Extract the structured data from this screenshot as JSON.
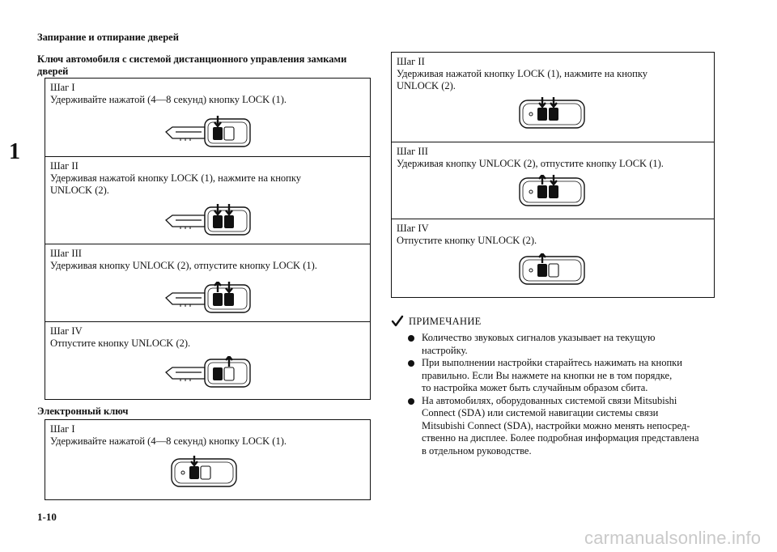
{
  "header": {
    "title": "Запирание и отпирание дверей"
  },
  "chapter_marker": "1",
  "remote_section": {
    "title_line1": "Ключ автомобиля с системой дистанционного управления замками",
    "title_line2": "дверей",
    "steps": [
      {
        "step": "Шаг I",
        "text": "Удерживайте нажатой (4—8 секунд) кнопку LOCK (1).",
        "text2": ""
      },
      {
        "step": "Шаг II",
        "text": "Удерживая нажатой кнопку LOCK (1), нажмите на кнопку",
        "text2": "UNLOCK  (2)."
      },
      {
        "step": "Шаг III",
        "text": "Удерживая кнопку UNLOCK (2), отпустите кнопку LOCK (1).",
        "text2": ""
      },
      {
        "step": "Шаг IV",
        "text": "Отпустите кнопку UNLOCK (2).",
        "text2": ""
      }
    ]
  },
  "electronic_section": {
    "title": "Электронный ключ",
    "steps": [
      {
        "step": "Шаг I",
        "text": "Удерживайте нажатой (4—8 секунд) кнопку LOCK (1).",
        "text2": ""
      }
    ]
  },
  "right_steps": [
    {
      "step": "Шаг II",
      "text": "Удерживая нажатой кнопку LOCK (1), нажмите на кнопку",
      "text2": "UNLOCK  (2)."
    },
    {
      "step": "Шаг III",
      "text": "Удерживая кнопку UNLOCK (2), отпустите кнопку LOCK (1).",
      "text2": ""
    },
    {
      "step": "Шаг IV",
      "text": "Отпустите кнопку UNLOCK (2).",
      "text2": ""
    }
  ],
  "note": {
    "title": "ПРИМЕЧАНИЕ",
    "bullets": [
      {
        "lines": [
          "Количество звуковых сигналов указывает на текущую",
          "настройку."
        ]
      },
      {
        "lines": [
          "При выполнении настройки старайтесь нажимать на кнопки",
          "правильно. Если Вы нажмете на кнопки не в том порядке,",
          "то настройка может быть случайным образом сбита."
        ]
      },
      {
        "lines": [
          "На автомобилях, оборудованных системой связи Mitsubishi",
          "Connect (SDA) или системой навигации системы связи",
          "Mitsubishi Connect (SDA), настройки можно менять непосред-",
          "ственно на дисплее. Более подробная информация представлена",
          "в отдельном руководстве."
        ]
      }
    ]
  },
  "footer": {
    "page_number": "1-10",
    "watermark": "carmanualsonline.info"
  }
}
